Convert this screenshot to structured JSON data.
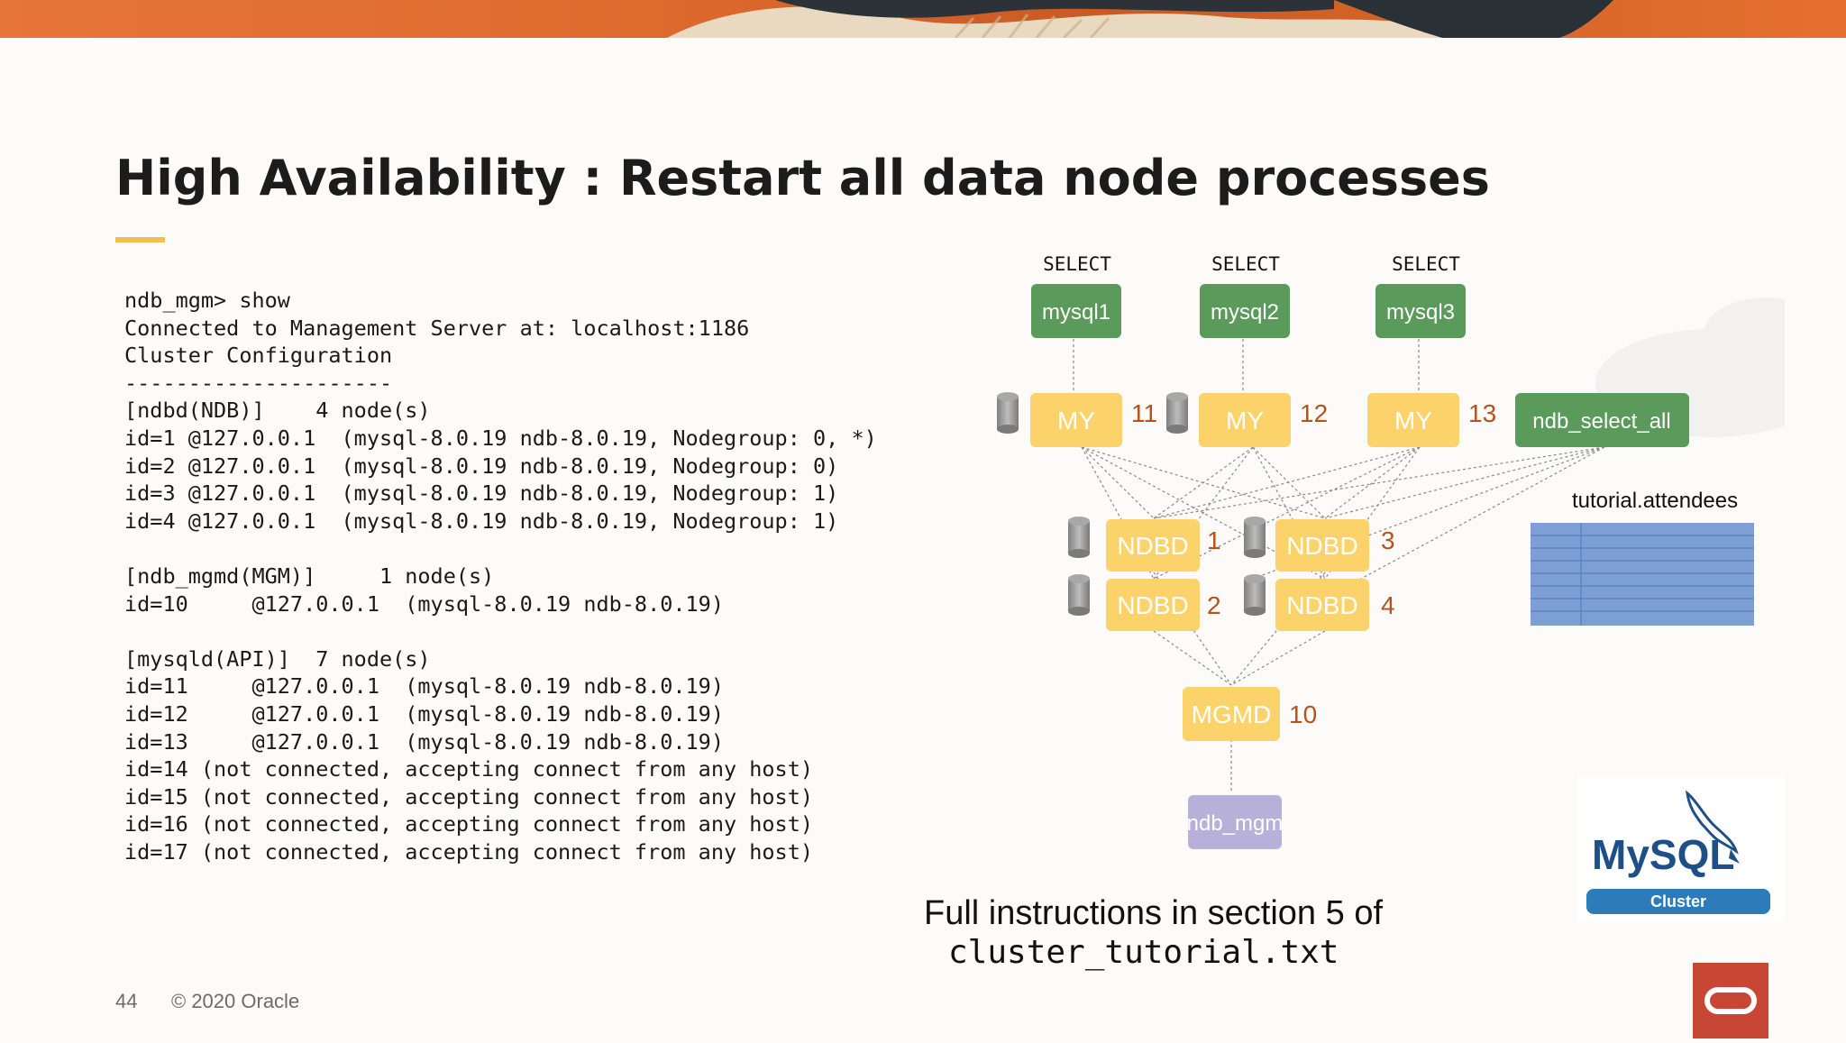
{
  "slide": {
    "title": "High Availability : Restart all data node processes",
    "page_number": "44",
    "copyright": "© 2020 Oracle",
    "footnote_line1": "Full instructions in section 5 of",
    "footnote_line2": "cluster_tutorial.txt"
  },
  "terminal": {
    "lines": [
      "ndb_mgm> show",
      "Connected to Management Server at: localhost:1186",
      "Cluster Configuration",
      "---------------------",
      "[ndbd(NDB)]    4 node(s)",
      "id=1 @127.0.0.1  (mysql-8.0.19 ndb-8.0.19, Nodegroup: 0, *)",
      "id=2 @127.0.0.1  (mysql-8.0.19 ndb-8.0.19, Nodegroup: 0)",
      "id=3 @127.0.0.1  (mysql-8.0.19 ndb-8.0.19, Nodegroup: 1)",
      "id=4 @127.0.0.1  (mysql-8.0.19 ndb-8.0.19, Nodegroup: 1)",
      "",
      "[ndb_mgmd(MGM)]     1 node(s)",
      "id=10     @127.0.0.1  (mysql-8.0.19 ndb-8.0.19)",
      "",
      "[mysqld(API)]  7 node(s)",
      "id=11     @127.0.0.1  (mysql-8.0.19 ndb-8.0.19)",
      "id=12     @127.0.0.1  (mysql-8.0.19 ndb-8.0.19)",
      "id=13     @127.0.0.1  (mysql-8.0.19 ndb-8.0.19)",
      "id=14 (not connected, accepting connect from any host)",
      "id=15 (not connected, accepting connect from any host)",
      "id=16 (not connected, accepting connect from any host)",
      "id=17 (not connected, accepting connect from any host)"
    ]
  },
  "diagram": {
    "select_labels": [
      "SELECT",
      "SELECT",
      "SELECT"
    ],
    "mysql_nodes": [
      "mysql1",
      "mysql2",
      "mysql3"
    ],
    "api_nodes": [
      {
        "label": "MY",
        "id": "11"
      },
      {
        "label": "MY",
        "id": "12"
      },
      {
        "label": "MY",
        "id": "13"
      }
    ],
    "select_all_node": "ndb_select_all",
    "table_label": "tutorial.attendees",
    "data_nodes": [
      {
        "label": "NDBD",
        "id": "1"
      },
      {
        "label": "NDBD",
        "id": "3"
      },
      {
        "label": "NDBD",
        "id": "2"
      },
      {
        "label": "NDBD",
        "id": "4"
      }
    ],
    "mgmd_node": {
      "label": "MGMD",
      "id": "10"
    },
    "mgm_client": "ndb_mgm"
  },
  "logo": {
    "brand": "MySQL",
    "sub": "Cluster"
  },
  "colors": {
    "green": "#5a9a5a",
    "yellow": "#fcd36a",
    "purple": "#b7b0d8",
    "orange_text": "#b5531a",
    "oracle_red": "#c74634",
    "accent": "#f0c04a",
    "table_blue": "#7d9fd6"
  }
}
